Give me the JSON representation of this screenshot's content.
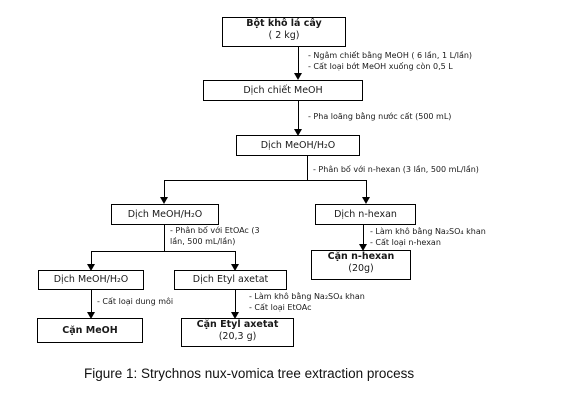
{
  "boxes": {
    "powder": {
      "title": "Bột khô lá cây",
      "sub": "( 2 kg)"
    },
    "meoh_extract": {
      "label": "Dịch chiết MeOH"
    },
    "meoh_water_1": {
      "label": "Dịch MeOH/H₂O"
    },
    "meoh_water_2": {
      "label": "Dịch MeOH/H₂O"
    },
    "n_hexane_layer": {
      "label": "Dịch n-hexan"
    },
    "meoh_water_3": {
      "label": "Dịch MeOH/H₂O"
    },
    "ethyl_acetate_layer": {
      "label": "Dịch Etyl axetat"
    },
    "n_hexane_residue": {
      "title": "Cặn n-hexan",
      "sub": "(20g)"
    },
    "meoh_residue": {
      "title": "Cặn MeOH"
    },
    "ethyl_acetate_residue": {
      "title": "Cặn Etyl axetat",
      "sub": "(20,3 g)"
    }
  },
  "notes": {
    "step1": [
      "- Ngâm chiết bằng MeOH  ( 6 lần, 1 L/lần)",
      "- Cất loại bớt MeOH xuống còn 0,5 L"
    ],
    "step2": [
      "- Pha loãng bằng nước cất (500 mL)"
    ],
    "step3": [
      "- Phân bố với n-hexan (3 lần, 500 mL/lần)"
    ],
    "step4": [
      "- Phân bố với EtOAc (3",
      "lần, 500 mL/lần)"
    ],
    "step5": [
      "- Làm khô bằng Na₂SO₄ khan",
      "- Cất loại n-hexan"
    ],
    "step6": [
      "- Cất loại dung môi"
    ],
    "step7": [
      "- Làm khô bằng Na₂SO₄ khan",
      "- Cất loại EtOAc"
    ]
  },
  "caption": "Figure 1: Strychnos nux-vomica tree extraction process"
}
